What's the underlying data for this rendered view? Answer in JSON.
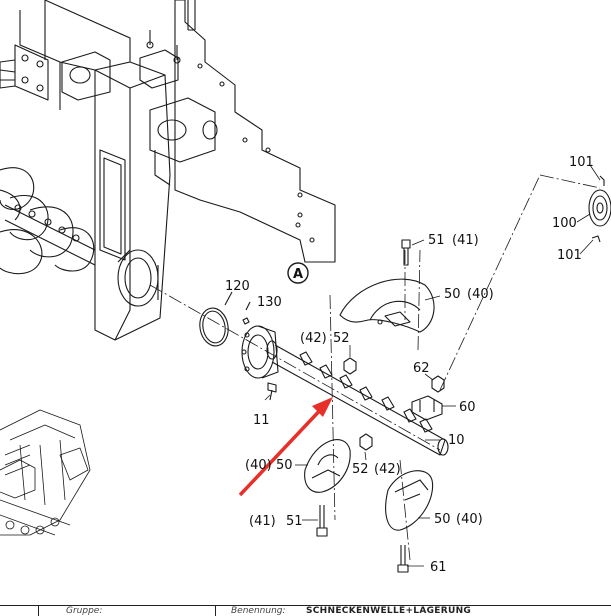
{
  "callouts": {
    "c101_top": "101",
    "c100": "100",
    "c101_bottom": "101",
    "c51_top": "51",
    "c41_top": "(41)",
    "c50_top": "50",
    "c40_top": "(40)",
    "c120": "120",
    "c130": "130",
    "c42_mid": "(42)",
    "c52_mid": "52",
    "c62": "62",
    "c60": "60",
    "c11": "11",
    "c10": "10",
    "c40_left": "(40)",
    "c50_left": "50",
    "c52_low": "52",
    "c42_low": "(42)",
    "c41_low": "(41)",
    "c51_low": "51",
    "c50_low": "50",
    "c40_low": "(40)",
    "c61": "61",
    "detail_marker": "A"
  },
  "footer": {
    "group_label": "Gruppe:",
    "name_label": "Benennung:",
    "name_value": "SCHNECKENWELLE+LAGERUNG"
  },
  "colors": {
    "line": "#1a1a1a",
    "arrow": "#e8302a"
  },
  "icons": {
    "highlight_arrow": "red-arrow-icon",
    "detail_marker": "circled-letter-icon"
  }
}
